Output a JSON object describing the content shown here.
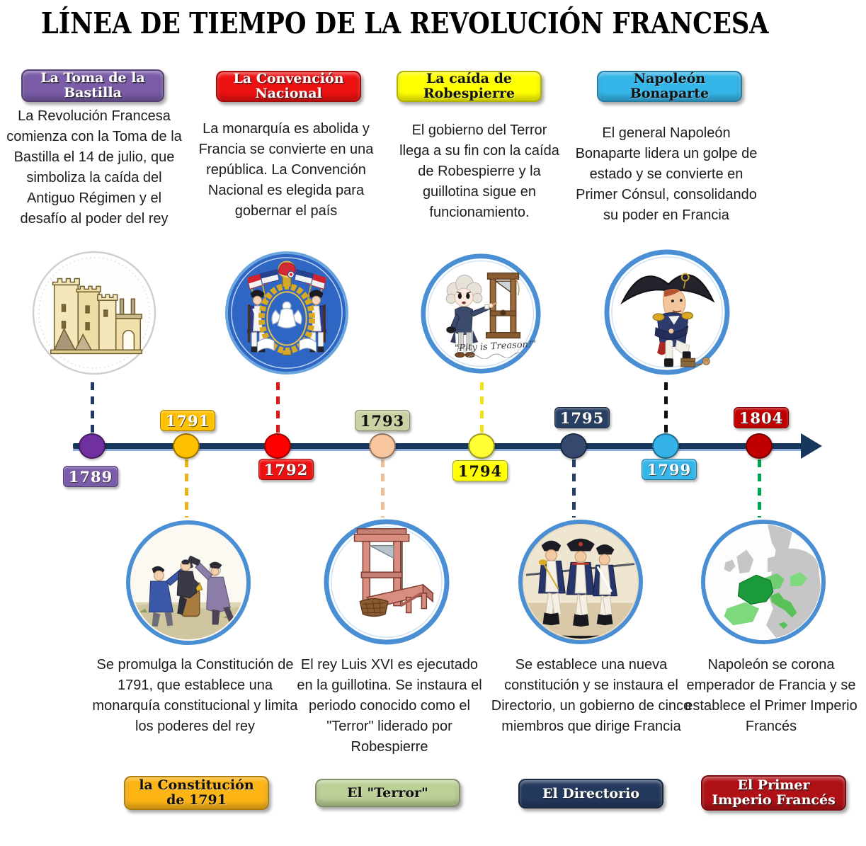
{
  "title": "LÍNEA DE TIEMPO DE LA REVOLUCIÓN FRANCESA",
  "top_events": [
    {
      "label": "La Toma de la Bastilla",
      "description": "La Revolución Francesa comienza con la Toma de la Bastilla el 14 de julio, que simboliza la caída del Antiguo Régimen y el desafío al poder del rey",
      "image": "bastille-castle-illustration",
      "box_bg": "#7a5ca8",
      "box_text_color": "#ffffff"
    },
    {
      "label": "La Convención Nacional",
      "description": "La monarquía es abolida y Francia se convierte en una república. La Convención Nacional es elegida para gobernar el país",
      "image": "national-convention-emblem-illustration",
      "box_bg": "#ee1111",
      "box_text_color": "#ffffff"
    },
    {
      "label": "La caída de Robespierre",
      "description": "El gobierno del Terror llega a su fin con la caída de Robespierre y la guillotina sigue en funcionamiento.",
      "image": "robespierre-cartoon-guillotine-illustration",
      "caption": "\"Pity is Treason!\"",
      "box_bg": "#ffff00",
      "box_text_color": "#111111"
    },
    {
      "label": "Napoleón Bonaparte",
      "description": "El general Napoleón Bonaparte lidera un golpe de estado y se convierte en Primer Cónsul, consolidando su poder en Francia",
      "image": "napoleon-caricature-illustration",
      "box_bg": "#35b5e8",
      "box_text_color": "#111111"
    }
  ],
  "bottom_events": [
    {
      "label": "la Constitución de 1791",
      "description": "Se promulga la Constitución de 1791, que establece una monarquía constitucional y limita los poderes del rey",
      "image": "constitution-forging-illustration",
      "box_bg": "#fdb515",
      "box_text_color": "#111111"
    },
    {
      "label": "El \"Terror\"",
      "description": "El rey Luis XVI es ejecutado en la guillotina. Se instaura el periodo conocido como el \"Terror\" liderado por Robespierre",
      "image": "guillotine-illustration",
      "box_bg": "#bbcf96",
      "box_text_color": "#111111"
    },
    {
      "label": "El Directorio",
      "description": "Se establece una nueva constitución y se instaura el Directorio, un gobierno de cinco miembros que dirige Francia",
      "image": "directory-soldiers-illustration",
      "box_bg": "#24395e",
      "box_text_color": "#ffffff"
    },
    {
      "label": "El Primer Imperio Francés",
      "description": "Napoleón se corona emperador de Francia y se establece el Primer Imperio Francés",
      "image": "napoleonic-empire-map-illustration",
      "box_bg": "#b01116",
      "box_text_color": "#ffffff"
    }
  ],
  "timeline": {
    "line_color": "#17375d",
    "arrow_color": "#17375d",
    "years": [
      {
        "year": "1789",
        "dot_color": "#7030a0",
        "label_bg": "#7a5ca8",
        "label_text_color": "#ffffff",
        "label_position": "below",
        "connector_direction": "up",
        "connector_color": "#1f3864"
      },
      {
        "year": "1791",
        "dot_color": "#ffc000",
        "label_bg": "#ffc000",
        "label_text_color": "#ffffff",
        "label_position": "above",
        "connector_direction": "down",
        "connector_color": "#e8b21a"
      },
      {
        "year": "1792",
        "dot_color": "#ff0000",
        "label_bg": "#ee1111",
        "label_text_color": "#ffffff",
        "label_position": "below",
        "connector_direction": "up",
        "connector_color": "#e01515"
      },
      {
        "year": "1793",
        "dot_color": "#f8c69e",
        "label_bg": "#c8d2a2",
        "label_text_color": "#111111",
        "label_position": "above",
        "connector_direction": "down",
        "connector_color": "#f0be96"
      },
      {
        "year": "1794",
        "dot_color": "#ffff33",
        "label_bg": "#ffff00",
        "label_text_color": "#111111",
        "label_position": "below",
        "connector_direction": "up",
        "connector_color": "#f2e212"
      },
      {
        "year": "1795",
        "dot_color": "#35496e",
        "label_bg": "#263f63",
        "label_text_color": "#ffffff",
        "label_position": "above",
        "connector_direction": "down",
        "connector_color": "#2a3f66"
      },
      {
        "year": "1799",
        "dot_color": "#35b3e8",
        "label_bg": "#35b5e8",
        "label_text_color": "#ffffff",
        "label_position": "below",
        "connector_direction": "up",
        "connector_color": "#111111"
      },
      {
        "year": "1804",
        "dot_color": "#c00000",
        "label_bg": "#c00000",
        "label_text_color": "#ffffff",
        "label_position": "above",
        "connector_direction": "down",
        "connector_color": "#00a550"
      }
    ]
  }
}
